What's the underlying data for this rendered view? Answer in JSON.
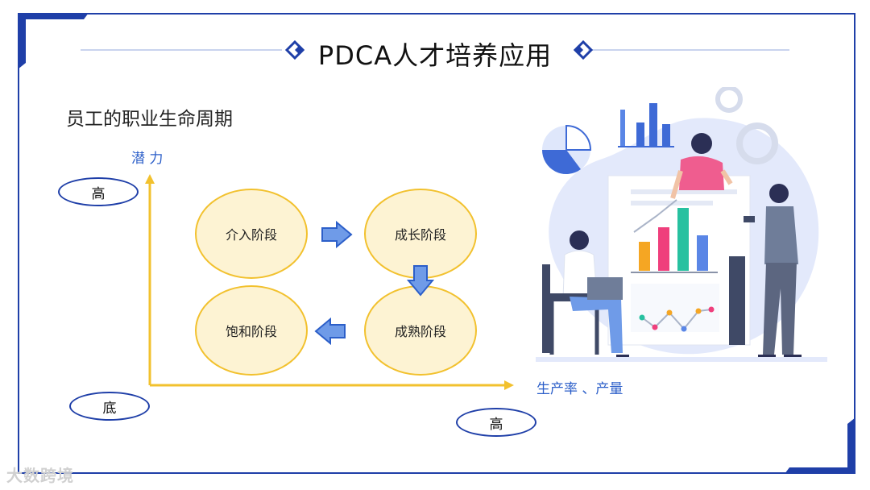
{
  "title": "PDCA人才培养应用",
  "subtitle": "员工的职业生命周期",
  "y_axis_label": "潜 力",
  "x_axis_label": "生产率 、产量",
  "y_high": "高",
  "origin_low": "底",
  "x_high": "高",
  "stages": [
    "介入阶段",
    "成长阶段",
    "成熟阶段",
    "饱和阶段"
  ],
  "watermark": "大数跨境",
  "colors": {
    "frame": "#1f3fa8",
    "axis": "#f2c12e",
    "stage_fill": "#fdf3d3",
    "label_blue": "#2c5fc9"
  }
}
